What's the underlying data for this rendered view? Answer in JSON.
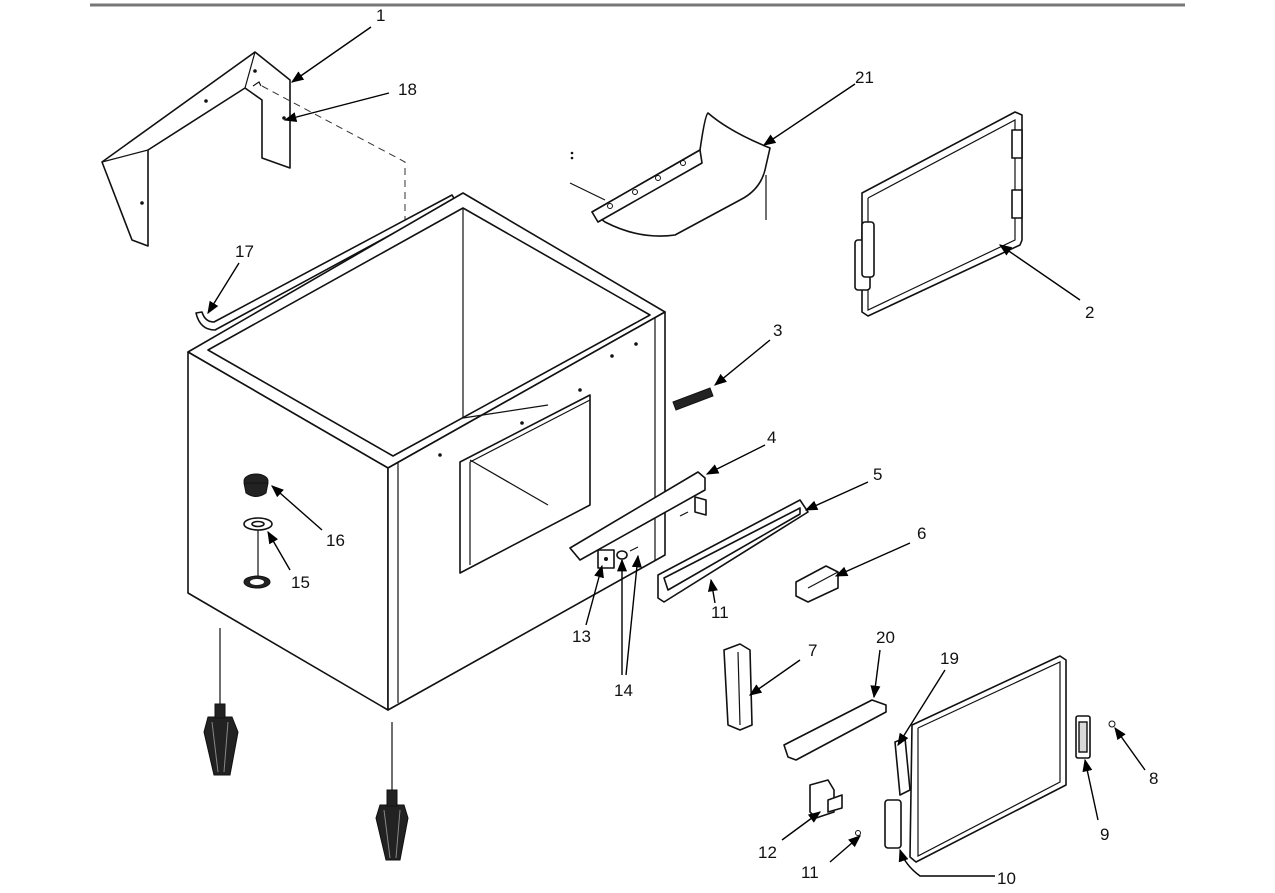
{
  "callouts": {
    "c1": "1",
    "c2": "2",
    "c3": "3",
    "c4": "4",
    "c5": "5",
    "c6": "6",
    "c7": "7",
    "c8": "8",
    "c9": "9",
    "c10": "10",
    "c11a": "11",
    "c11b": "11",
    "c12": "12",
    "c13": "13",
    "c14": "14",
    "c15": "15",
    "c16": "16",
    "c17": "17",
    "c18": "18",
    "c19": "19",
    "c20": "20",
    "c21": "21"
  }
}
